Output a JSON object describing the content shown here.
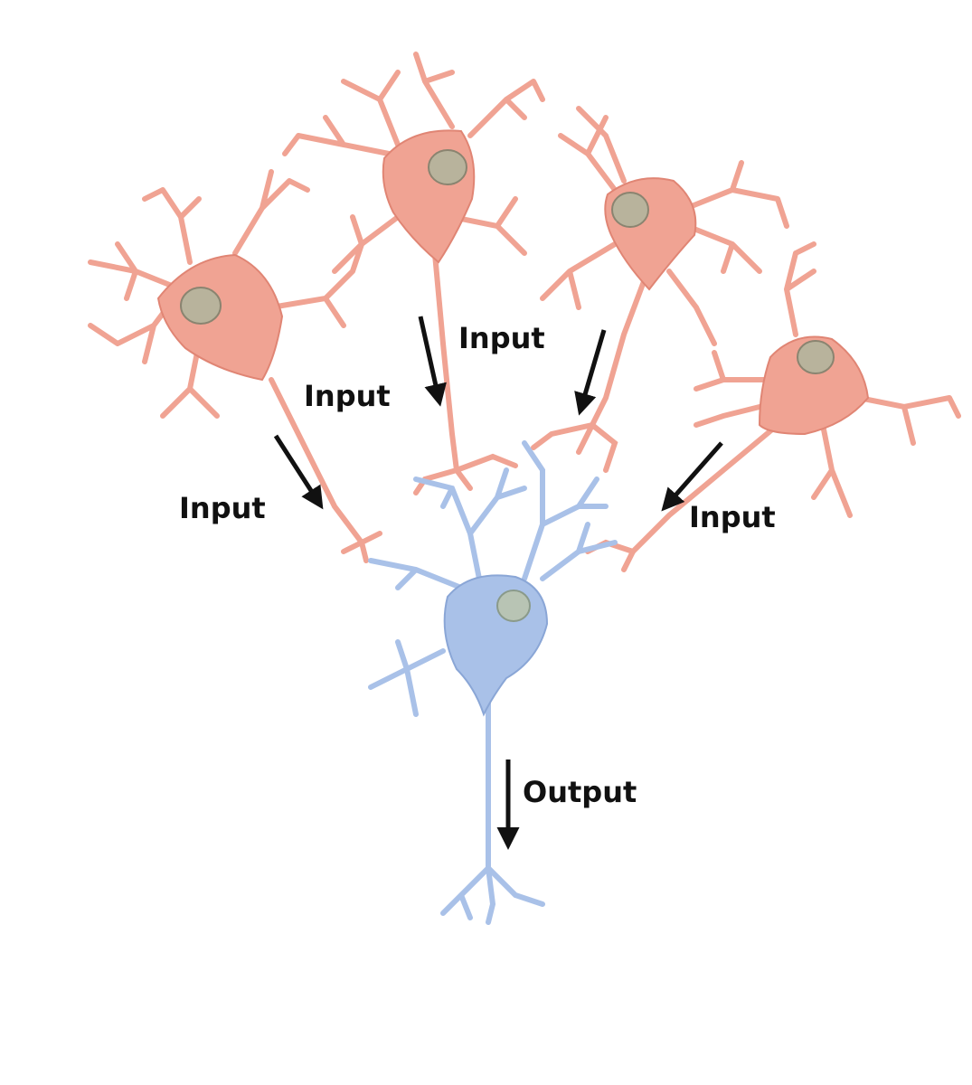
{
  "labels": {
    "input_left": "Input",
    "input_center_left": "Input",
    "input_center": "Input",
    "input_right": "Input",
    "output": "Output"
  },
  "colors": {
    "input_neuron": "#f0a393",
    "input_neuron_stroke": "#e08574",
    "output_neuron": "#a9c1e8",
    "output_neuron_stroke": "#8aa6d6",
    "nucleus": "#b8b39c",
    "arrow": "#111111"
  }
}
